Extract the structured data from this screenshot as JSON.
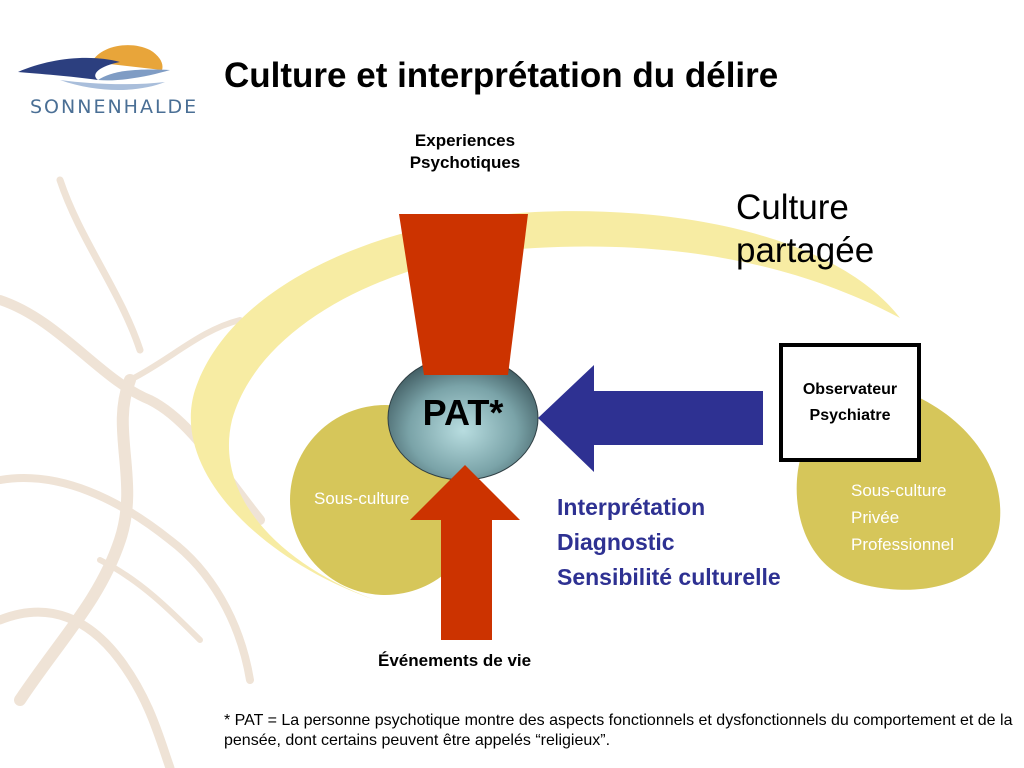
{
  "title": "Culture et interprétation du délire",
  "logo": {
    "text": "SONNENHALDE"
  },
  "labels": {
    "experiences": [
      "Experiences",
      "Psychotiques"
    ],
    "culture_shared": [
      "Culture",
      "partagée"
    ],
    "pat": "PAT*",
    "observer": [
      "Observateur",
      "Psychiatre"
    ],
    "subculture_left": "Sous-culture",
    "subculture_right": [
      "Sous-culture",
      "Privée",
      "Professionnel"
    ],
    "interpretation": [
      "Interprétation",
      "Diagnostic",
      "Sensibilité culturelle"
    ],
    "events": "Événements de vie"
  },
  "footnote": "* PAT = La personne psychotique montre des aspects fonctionnels et dysfonctionnels du comportement et de la pensée, dont certains peuvent être appelés “religieux”.",
  "colors": {
    "arrow_red": "#cc3300",
    "arrow_blue": "#2e3192",
    "ellipse_light": "#f7eca3",
    "ellipse_dark": "#d6c65a",
    "interp_text": "#2e3192",
    "logo_blue": "#2c3f7f",
    "logo_orange": "#e8a53a"
  }
}
